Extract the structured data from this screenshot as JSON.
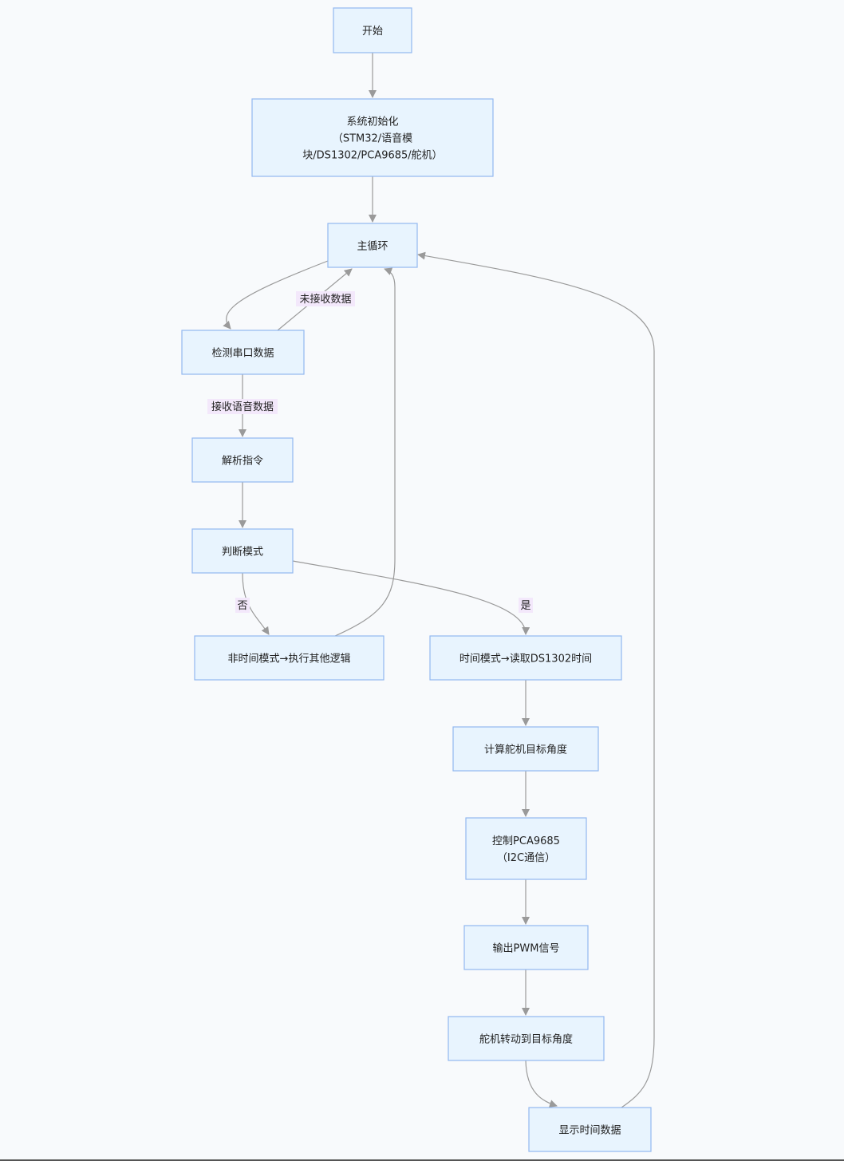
{
  "nodes": [
    {
      "id": "start",
      "lines": [
        "开始"
      ]
    },
    {
      "id": "init",
      "lines": [
        "系统初始化",
        "（STM32/语音模",
        "块/DS1302/PCA9685/舵机）"
      ]
    },
    {
      "id": "main",
      "lines": [
        "主循环"
      ]
    },
    {
      "id": "detect",
      "lines": [
        "检测串口数据"
      ]
    },
    {
      "id": "parse",
      "lines": [
        "解析指令"
      ]
    },
    {
      "id": "judge",
      "lines": [
        "判断模式"
      ]
    },
    {
      "id": "other",
      "lines": [
        "非时间模式→执行其他逻辑"
      ]
    },
    {
      "id": "time",
      "lines": [
        "时间模式→读取DS1302时间"
      ]
    },
    {
      "id": "calc",
      "lines": [
        "计算舵机目标角度"
      ]
    },
    {
      "id": "ctrl",
      "lines": [
        "控制PCA9685",
        "（I2C通信）"
      ]
    },
    {
      "id": "pwm",
      "lines": [
        "输出PWM信号"
      ]
    },
    {
      "id": "servo",
      "lines": [
        "舵机转动到目标角度"
      ]
    },
    {
      "id": "display",
      "lines": [
        "显示时间数据"
      ]
    }
  ],
  "edges": [
    {
      "id": "start-init",
      "from": "start",
      "to": "init",
      "label": ""
    },
    {
      "id": "init-main",
      "from": "init",
      "to": "main",
      "label": ""
    },
    {
      "id": "main-detect",
      "from": "main",
      "to": "detect",
      "label": ""
    },
    {
      "id": "detect-main",
      "from": "detect",
      "to": "main",
      "label": "未接收数据"
    },
    {
      "id": "detect-parse",
      "from": "detect",
      "to": "parse",
      "label": "接收语音数据"
    },
    {
      "id": "parse-judge",
      "from": "parse",
      "to": "judge",
      "label": ""
    },
    {
      "id": "judge-other",
      "from": "judge",
      "to": "other",
      "label": "否"
    },
    {
      "id": "judge-time",
      "from": "judge",
      "to": "time",
      "label": "是"
    },
    {
      "id": "other-main",
      "from": "other",
      "to": "main",
      "label": ""
    },
    {
      "id": "time-calc",
      "from": "time",
      "to": "calc",
      "label": ""
    },
    {
      "id": "calc-ctrl",
      "from": "calc",
      "to": "ctrl",
      "label": ""
    },
    {
      "id": "ctrl-pwm",
      "from": "ctrl",
      "to": "pwm",
      "label": ""
    },
    {
      "id": "pwm-servo",
      "from": "pwm",
      "to": "servo",
      "label": ""
    },
    {
      "id": "servo-display",
      "from": "servo",
      "to": "display",
      "label": ""
    },
    {
      "id": "display-main",
      "from": "display",
      "to": "main",
      "label": ""
    }
  ]
}
